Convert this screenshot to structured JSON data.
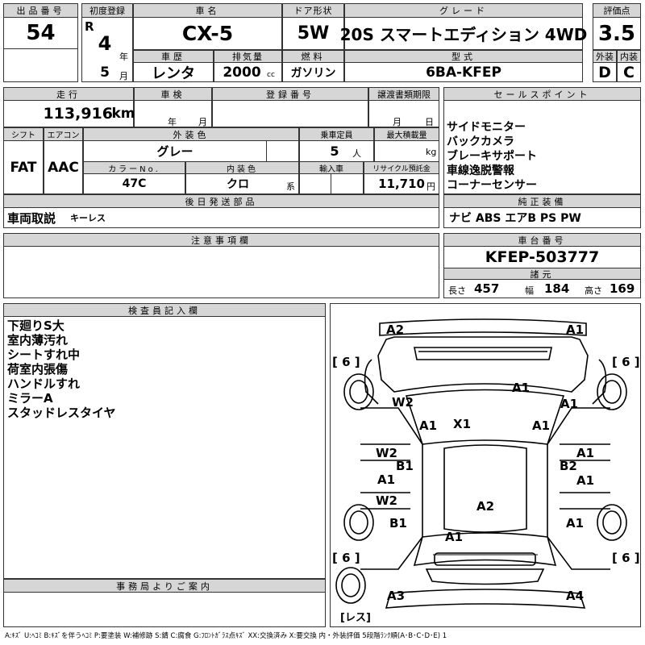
{
  "headers": {
    "lot_no": "出品番号",
    "first_reg": "初度登録",
    "car_name": "車名",
    "door": "ドア形状",
    "grade": "グレード",
    "score": "評価点",
    "history": "車歴",
    "displacement": "排気量",
    "fuel": "燃料",
    "model": "型式",
    "exterior": "外装",
    "interior": "内装",
    "mileage": "走行",
    "inspection": "車検",
    "reg_no": "登録番号",
    "transfer": "譲渡書類期限",
    "sales_point": "セールスポイント",
    "shift": "シフト",
    "ac": "エアコン",
    "ext_color": "外装色",
    "capacity": "乗車定員",
    "max_load": "最大積載量",
    "color_no": "カラーNo.",
    "int_color": "内装色",
    "import": "輸入車",
    "recycle": "リサイクル預託金",
    "later_parts": "後日発送部品",
    "genuine_equipment": "純正装備",
    "caution": "注意事項欄",
    "chassis": "車台番号",
    "specs": "諸元",
    "inspector": "検査員記入欄",
    "office": "事務局よりご案内"
  },
  "lot_no": "54",
  "era": "R",
  "year": "4",
  "year_unit": "年",
  "month": "5",
  "month_unit": "月",
  "car_name": "CX-5",
  "door": "5W",
  "grade": "20S スマートエディション 4WD",
  "score": "3.5",
  "history": "レンタ",
  "displacement": "2000",
  "displacement_unit": "cc",
  "fuel": "ガソリン",
  "model": "6BA-KFEP",
  "exterior_grade": "D",
  "interior_grade": "C",
  "mileage": "113,916",
  "mileage_unit": "km",
  "inspection_year": "年",
  "inspection_month": "月",
  "transfer_month": "月",
  "transfer_day": "日",
  "shift": "FAT",
  "ac": "AAC",
  "ext_color": "グレー",
  "capacity": "5",
  "capacity_unit": "人",
  "load_unit": "kg",
  "color_no": "47C",
  "int_color": "クロ",
  "int_color_unit": "系",
  "recycle": "11,710",
  "recycle_unit": "円",
  "later_parts_item": "車両取説",
  "later_parts_extra": "キーレス",
  "sales_points": [
    "サイドモニター",
    "バックカメラ",
    "ブレーキサポート",
    "車線逸脱警報",
    "コーナーセンサー"
  ],
  "genuine_equipment": "ナビ ABS エアB PS PW",
  "chassis_no": "KFEP-503777",
  "spec_length_label": "長さ",
  "spec_length": "457",
  "spec_width_label": "幅",
  "spec_width": "184",
  "spec_height_label": "高さ",
  "spec_height": "169",
  "inspector_notes": [
    "下廻りS大",
    "室内薄汚れ",
    "シートすれ中",
    "荷室内張傷",
    "ハンドルすれ",
    "ミラーA",
    "スタッドレスタイヤ"
  ],
  "diagram_labels": {
    "a2_top": "A2",
    "a1_top": "A1",
    "tire_tl": "[ 6 ]",
    "tire_tr": "[ 6 ]",
    "tire_bl": "[ 6 ]",
    "tire_br": "[ 6 ]",
    "w2_lf": "W2",
    "a1_roof": "A1",
    "a1_rf": "A1",
    "a1_l": "A1",
    "x1": "X1",
    "a1_r": "A1",
    "w2_l2": "W2",
    "a1_r2": "A1",
    "b1_l": "B1",
    "b2_r": "B2",
    "a1_l3": "A1",
    "a1_r3": "A1",
    "w2_l3": "W2",
    "a2_c": "A2",
    "b1_lr": "B1",
    "a1_rr": "A1",
    "a1_rear": "A1",
    "a3": "A3",
    "a4": "A4",
    "spare": "[レス]"
  },
  "legend": "A:ｷｽﾞ U:ﾍｺﾐ B:ｷｽﾞを伴うﾍｺﾐ P:要塗装 W:補修跡 S:錆 C:腐食 G:ﾌﾛﾝﾄｶﾞﾗｽ点ｷｽﾞ XX:交換済み X:要交換 内・外装評価 5段階ﾗﾝｸ順(A･B･C･D･E) 1"
}
